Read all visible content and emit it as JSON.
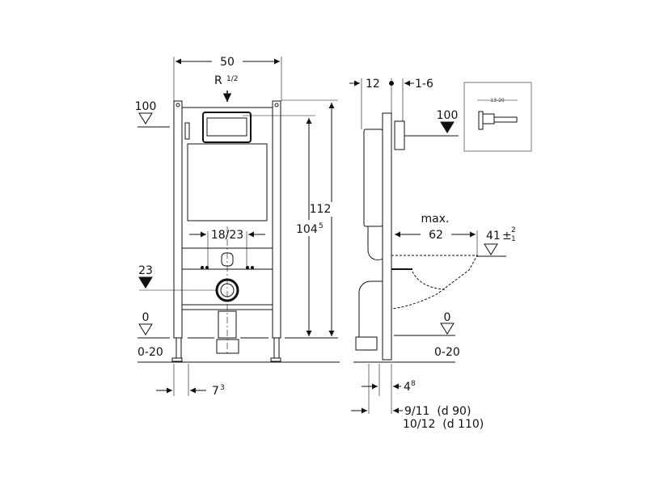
{
  "front_view": {
    "width_label": "50",
    "connection_label": "R",
    "connection_fraction": "1/2",
    "level_top": "100",
    "height_total": "112",
    "height_tank": "104",
    "height_tank_sup": "5",
    "flush_pipe_spacing": "18/23",
    "level_drain": "23",
    "level_floor": "0",
    "floor_range": "0-20",
    "foot_offset": "7",
    "foot_offset_sup": "3"
  },
  "side_view": {
    "depth_label": "12",
    "wall_gap_label": "1-6",
    "level_top": "100",
    "max_label": "max.",
    "bowl_depth": "62",
    "seat_height": "41",
    "seat_tolerance_plus": "2",
    "seat_tolerance_minus": "1",
    "level_floor": "0",
    "floor_range": "0-20",
    "pipe_offset": "4",
    "pipe_offset_sup": "8",
    "drain_d90": "9/11  (d 90)",
    "drain_d110": "10/12  (d 110)"
  },
  "inset": {
    "range_label": "13-20"
  }
}
